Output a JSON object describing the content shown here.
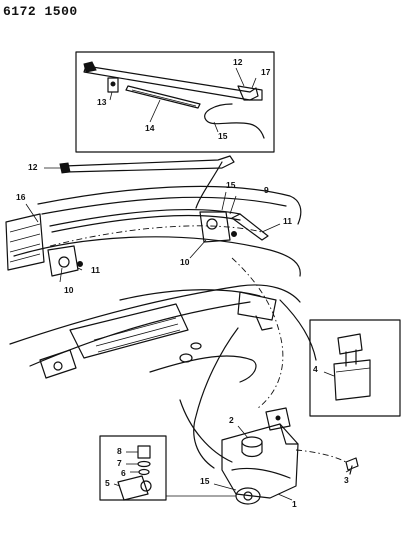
{
  "header": {
    "ref_code": "6172 1500"
  },
  "callouts": [
    {
      "id": "c12a",
      "label": "12"
    },
    {
      "id": "c17",
      "label": "17"
    },
    {
      "id": "c13",
      "label": "13"
    },
    {
      "id": "c14",
      "label": "14"
    },
    {
      "id": "c15a",
      "label": "15"
    },
    {
      "id": "c12b",
      "label": "12"
    },
    {
      "id": "c15b",
      "label": "15"
    },
    {
      "id": "c9",
      "label": "9"
    },
    {
      "id": "c16",
      "label": "16"
    },
    {
      "id": "c11a",
      "label": "11"
    },
    {
      "id": "c11b",
      "label": "11"
    },
    {
      "id": "c10a",
      "label": "10"
    },
    {
      "id": "c10b",
      "label": "10"
    },
    {
      "id": "c4",
      "label": "4"
    },
    {
      "id": "c2",
      "label": "2"
    },
    {
      "id": "c3",
      "label": "3"
    },
    {
      "id": "c8",
      "label": "8"
    },
    {
      "id": "c7",
      "label": "7"
    },
    {
      "id": "c6",
      "label": "6"
    },
    {
      "id": "c5",
      "label": "5"
    },
    {
      "id": "c15c",
      "label": "15"
    },
    {
      "id": "c1",
      "label": "1"
    }
  ]
}
